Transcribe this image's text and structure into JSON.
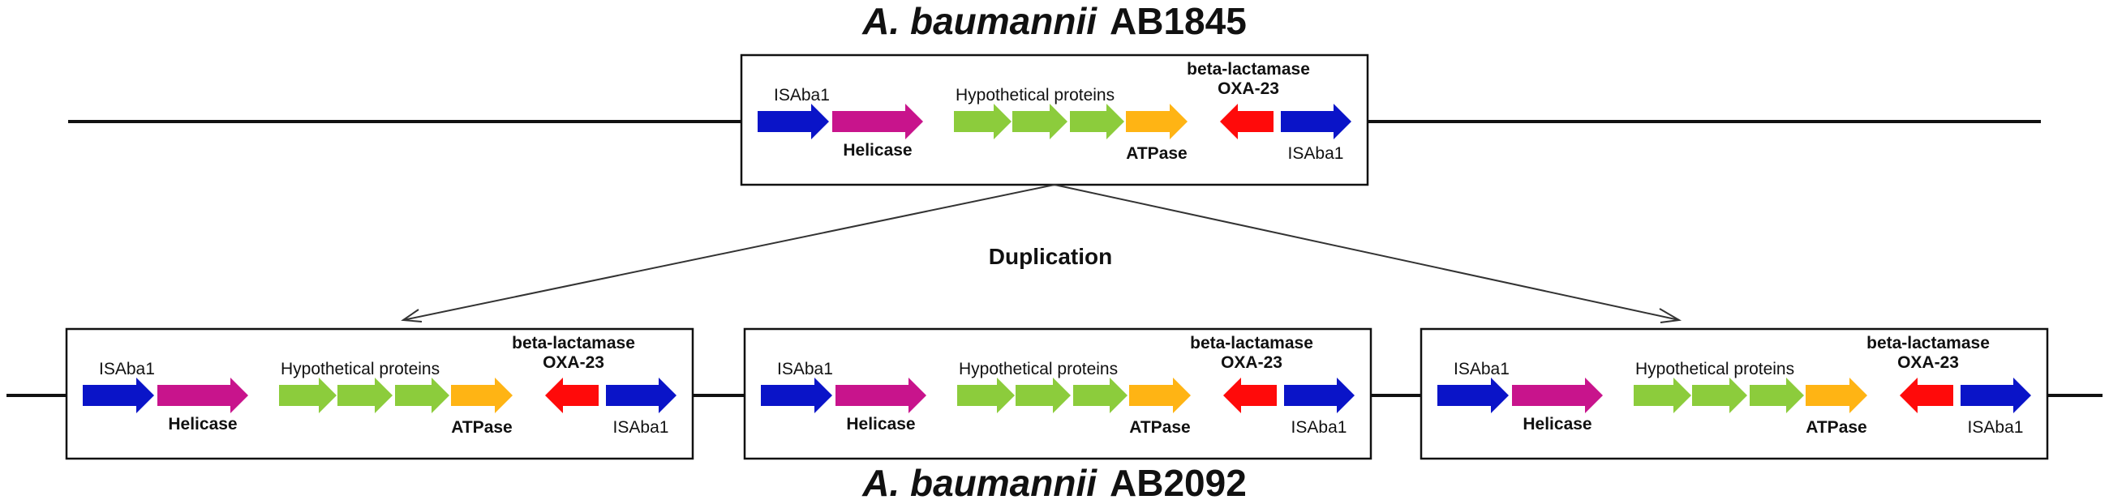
{
  "top_title": {
    "species": "A. baumannii",
    "strain": "AB1845"
  },
  "bottom_title": {
    "species": "A. baumannii",
    "strain": "AB2092"
  },
  "duplication_label": "Duplication",
  "cassette": {
    "labels": {
      "isaba1_left": "ISAba1",
      "helicase": "Helicase",
      "hypothetical": "Hypothetical proteins",
      "atpase": "ATPase",
      "beta_lactamase": "beta-lactamase",
      "oxa": "OXA-23",
      "isaba1_right": "ISAba1"
    },
    "genes": [
      {
        "name": "ISAba1",
        "color": "#0a14c8",
        "direction": "forward"
      },
      {
        "name": "Helicase",
        "color": "#c8148c",
        "direction": "forward"
      },
      {
        "name": "Hypothetical protein 1",
        "color": "#8ccc3c",
        "direction": "forward"
      },
      {
        "name": "Hypothetical protein 2",
        "color": "#8ccc3c",
        "direction": "forward"
      },
      {
        "name": "Hypothetical protein 3",
        "color": "#8ccc3c",
        "direction": "forward"
      },
      {
        "name": "ATPase",
        "color": "#ffb414",
        "direction": "forward"
      },
      {
        "name": "beta-lactamase OXA-23",
        "color": "#ff0a0a",
        "direction": "reverse"
      },
      {
        "name": "ISAba1",
        "color": "#0a14c8",
        "direction": "forward"
      }
    ]
  },
  "colors": {
    "line": "#111111",
    "arrow_connector": "#333333"
  }
}
